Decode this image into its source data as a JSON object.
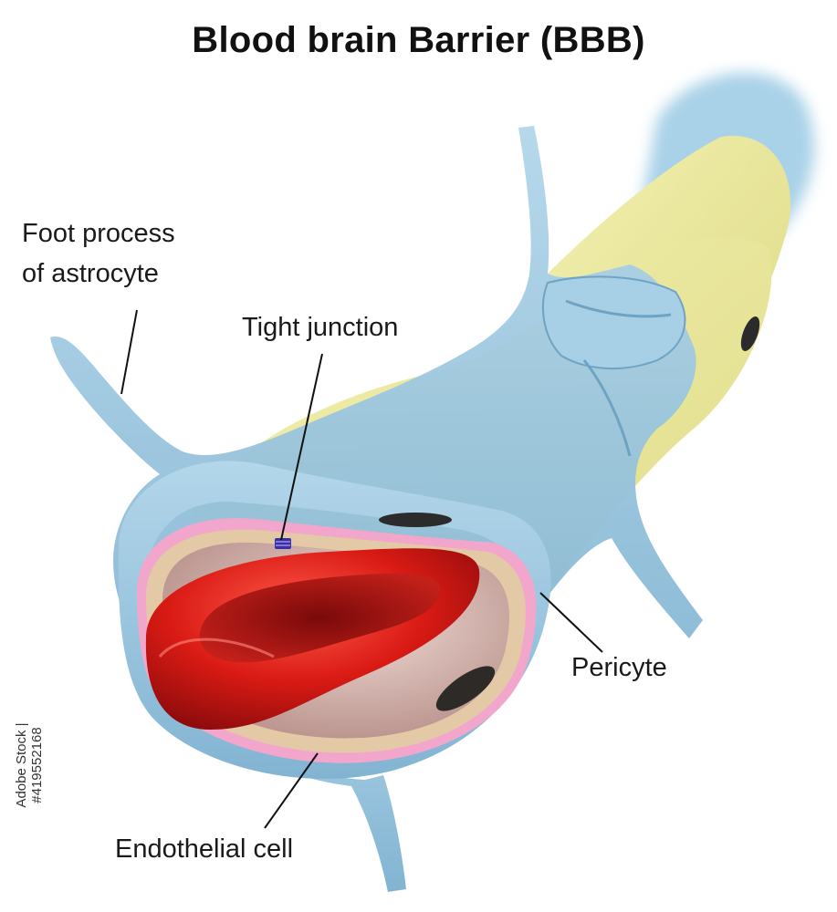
{
  "title": "Blood brain Barrier (BBB)",
  "labels": {
    "foot_process_line1": "Foot process",
    "foot_process_line2": "of astrocyte",
    "tight_junction": "Tight junction",
    "pericyte": "Pericyte",
    "endothelial_cell": "Endothelial cell"
  },
  "stock_id": "Adobe Stock | #419552168",
  "colors": {
    "astrocyte": "#9cc8e0",
    "astrocyte_dark": "#6fa3c4",
    "vessel_wall": "#ece99a",
    "pericyte_nucleus": "#2b2b2b",
    "endothelium": "#e7b7bf",
    "basement_membrane": "#f3a6cc",
    "red_blood_cell": "#d81818",
    "lumen": "#cfa9a3"
  }
}
